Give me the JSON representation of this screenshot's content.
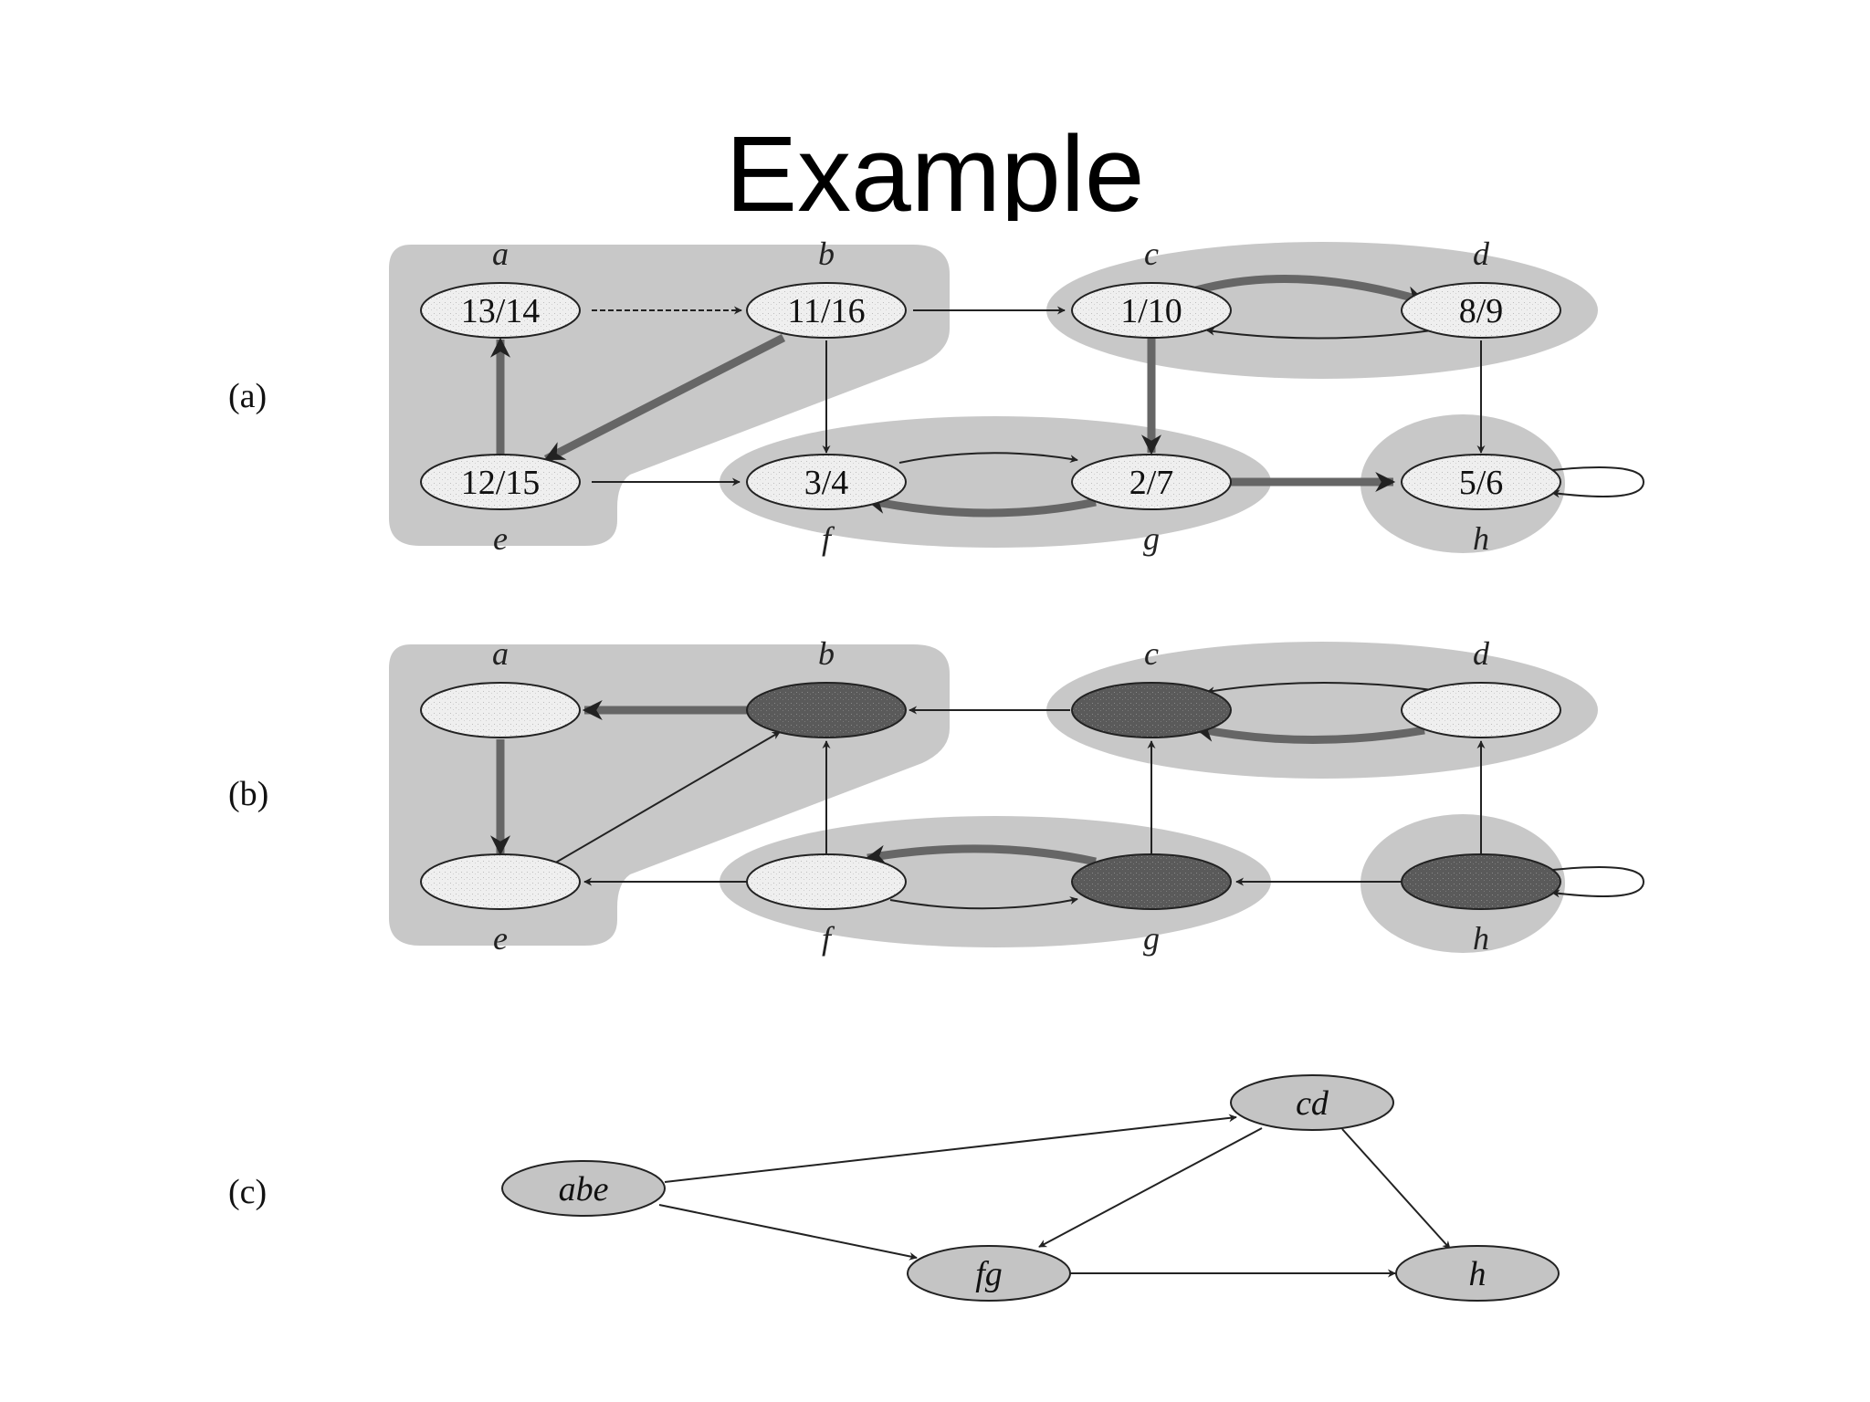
{
  "title": "Example",
  "panels": {
    "a": {
      "label": "(a)"
    },
    "b": {
      "label": "(b)"
    },
    "c": {
      "label": "(c)"
    }
  },
  "vertices": {
    "a": {
      "name": "a",
      "times": "13/14"
    },
    "b": {
      "name": "b",
      "times": "11/16"
    },
    "c": {
      "name": "c",
      "times": "1/10"
    },
    "d": {
      "name": "d",
      "times": "8/9"
    },
    "e": {
      "name": "e",
      "times": "12/15"
    },
    "f": {
      "name": "f",
      "times": "3/4"
    },
    "g": {
      "name": "g",
      "times": "2/7"
    },
    "h": {
      "name": "h",
      "times": "5/6"
    }
  },
  "components": {
    "abe": "abe",
    "cd": "cd",
    "fg": "fg",
    "h": "h"
  },
  "colors": {
    "region": "#c8c8c8",
    "node_light": "#ececec",
    "node_dark": "#555555",
    "component_node": "#c4c4c4",
    "edge": "#222222",
    "tree_edge": "#666666"
  }
}
